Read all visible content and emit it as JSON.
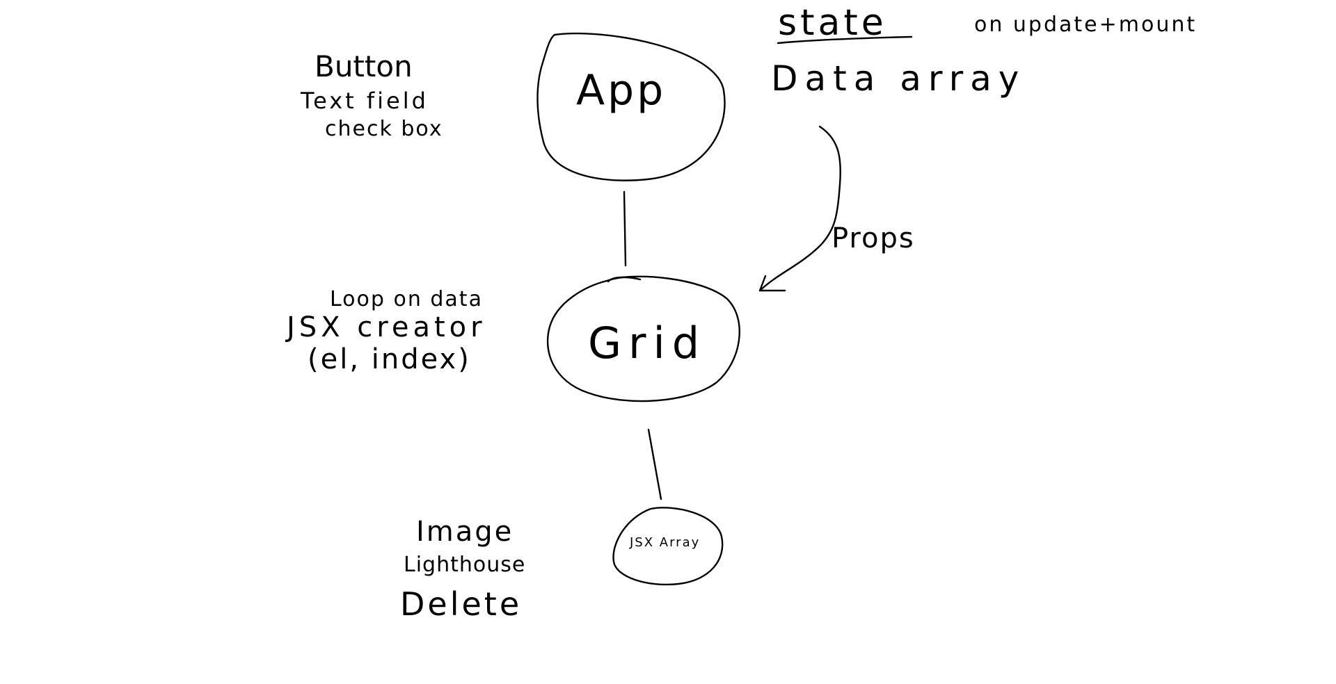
{
  "nodes": {
    "app": {
      "label": "App"
    },
    "grid": {
      "label": "Grid"
    },
    "jsx_array": {
      "label": "JSX Array"
    }
  },
  "notes": {
    "app": [
      "Button",
      "Text field",
      "check box"
    ],
    "grid": [
      "Loop on data",
      "JSX creator",
      "(el, index)"
    ],
    "jsx_array": [
      "Image",
      "Lighthouse",
      "Delete"
    ]
  },
  "state": {
    "title": "state",
    "trigger": "on update+mount",
    "value": "Data array"
  },
  "edge_labels": {
    "props": "Props"
  },
  "colors": {
    "ink": "#000000",
    "background": "#ffffff"
  }
}
